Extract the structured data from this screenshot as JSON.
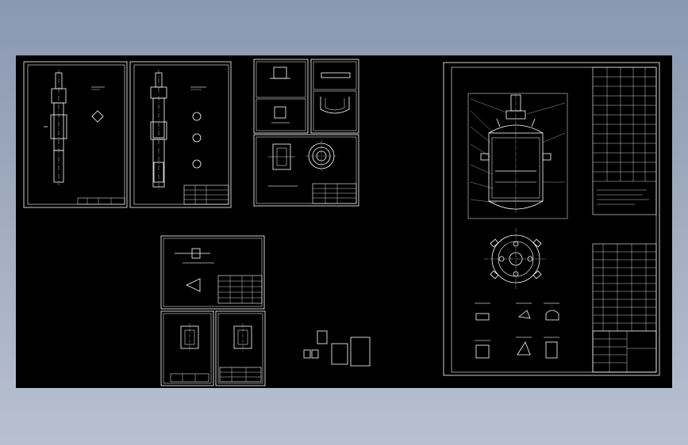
{
  "viewer": {
    "background_top": "#8a98b0",
    "background_bottom": "#b8c0d0",
    "model_space_color": "#000000"
  },
  "drawing": {
    "line_color": "#ffffff",
    "dim_color": "#c8c8c8",
    "sheets": [
      {
        "id": "shaft-sheet-1"
      },
      {
        "id": "shaft-sheet-2"
      },
      {
        "id": "parts-sheet-a"
      },
      {
        "id": "parts-sheet-b"
      },
      {
        "id": "flange-sheet"
      },
      {
        "id": "detail-sheet-top"
      },
      {
        "id": "detail-sheet-bl"
      },
      {
        "id": "detail-sheet-br"
      },
      {
        "id": "reactor-assembly-sheet"
      }
    ],
    "loose_parts": [
      {
        "id": "small-part-1"
      },
      {
        "id": "small-part-2"
      },
      {
        "id": "small-part-3"
      },
      {
        "id": "small-part-4"
      },
      {
        "id": "small-part-5"
      }
    ]
  }
}
